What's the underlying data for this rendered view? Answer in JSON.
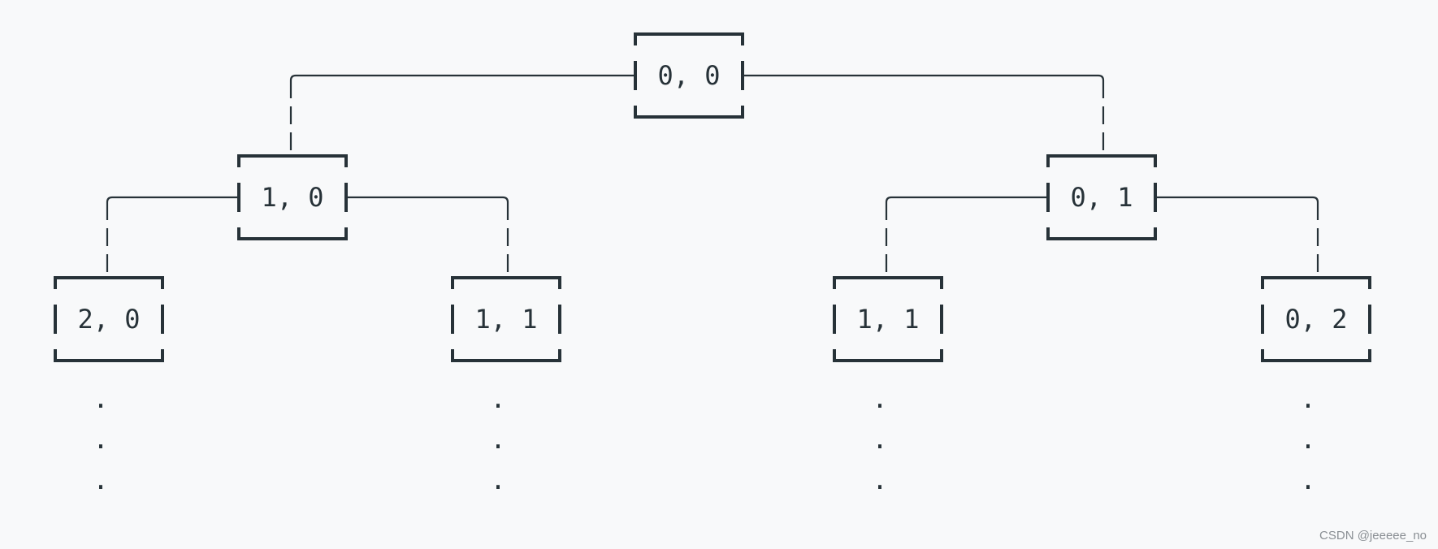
{
  "nodes": [
    {
      "id": "n00",
      "label": "0, 0",
      "level": 0
    },
    {
      "id": "n10",
      "label": "1, 0",
      "level": 1
    },
    {
      "id": "n01",
      "label": "0, 1",
      "level": 1
    },
    {
      "id": "n20",
      "label": "2, 0",
      "level": 2
    },
    {
      "id": "n11a",
      "label": "1, 1",
      "level": 2
    },
    {
      "id": "n11b",
      "label": "1, 1",
      "level": 2
    },
    {
      "id": "n02",
      "label": "0, 2",
      "level": 2
    }
  ],
  "edges": [
    {
      "from": "n00",
      "to": "n10"
    },
    {
      "from": "n00",
      "to": "n01"
    },
    {
      "from": "n10",
      "to": "n20"
    },
    {
      "from": "n10",
      "to": "n11a"
    },
    {
      "from": "n01",
      "to": "n11b"
    },
    {
      "from": "n01",
      "to": "n02"
    }
  ],
  "continuation": ".",
  "colors": {
    "stroke": "#273238",
    "background": "#f8f9fa"
  },
  "watermark": "CSDN @jeeeee_no"
}
